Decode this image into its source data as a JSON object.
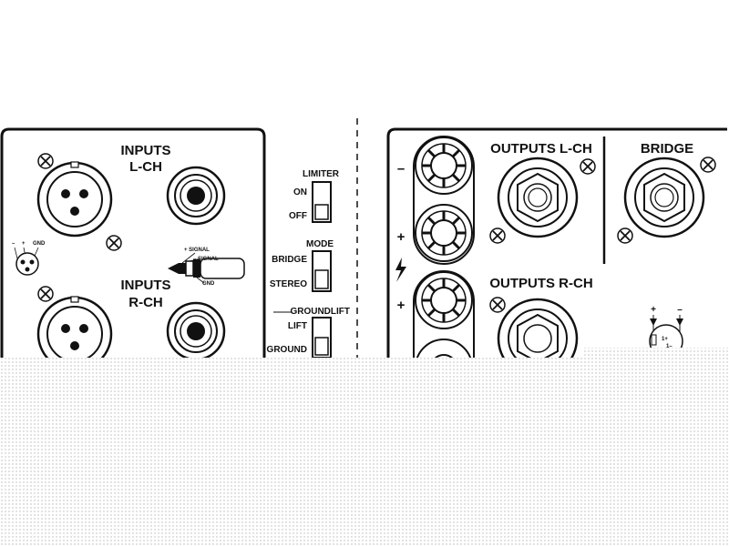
{
  "left_panel": {
    "inputs_l_title": "INPUTS",
    "inputs_l_sub": "L-CH",
    "inputs_r_title": "INPUTS",
    "inputs_r_sub": "R-CH",
    "xlr_pin_minus": "–",
    "xlr_pin_plus": "+",
    "xlr_pin_gnd": "GND",
    "jack_plus_signal": "+ SIGNAL",
    "jack_minus_signal": "– SIGNAL",
    "jack_gnd": "GND"
  },
  "switches": {
    "limiter_title": "LIMITER",
    "limiter_on": "ON",
    "limiter_off": "OFF",
    "mode_title": "MODE",
    "mode_bridge": "BRIDGE",
    "mode_stereo": "STEREO",
    "groundlift_title": "GROUNDLIFT",
    "groundlift_lift": "LIFT",
    "groundlift_ground": "GROUND"
  },
  "right_panel": {
    "outputs_l": "OUTPUTS L-CH",
    "outputs_r": "OUTPUTS R-CH",
    "bridge": "BRIDGE",
    "terminal_minus": "–",
    "terminal_plus_1": "+",
    "terminal_plus_2": "+",
    "speakon_plus": "+",
    "speakon_minus": "–",
    "speakon_pin_1plus": "1+",
    "speakon_pin_1minus": "1–"
  },
  "icons": [
    "screw-icon",
    "xlr-socket-icon",
    "jack-socket-icon",
    "speakon-socket-icon",
    "binding-post-icon",
    "lightning-warning-icon",
    "toggle-switch-icon",
    "jack-plug-icon"
  ],
  "colors": {
    "line": "#111111",
    "background": "#ffffff",
    "dot_pattern": "#bdbdbd"
  }
}
